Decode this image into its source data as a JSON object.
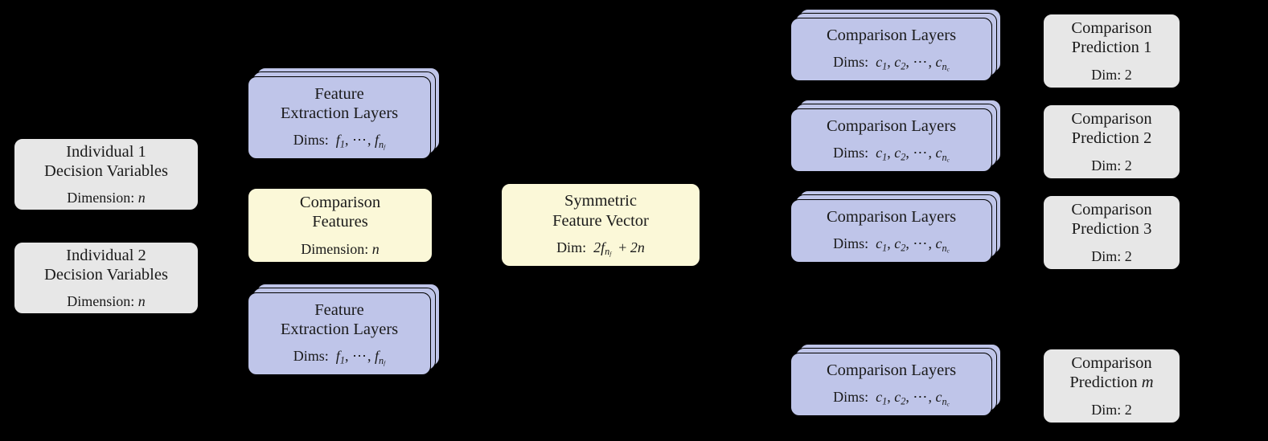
{
  "figure": {
    "background_color": "#000000",
    "colors": {
      "input_fill": "#e7e7e7",
      "layer_fill": "#bfc5e9",
      "vector_fill": "#fbf8d8",
      "stroke": "#000000",
      "text": "#1a1a1a"
    }
  },
  "inputs": [
    {
      "title_line1": "Individual 1",
      "title_line2": "Decision Variables",
      "sub_label": "Dimension:",
      "sub_value": "n"
    },
    {
      "title_line1": "Individual 2",
      "title_line2": "Decision Variables",
      "sub_label": "Dimension:",
      "sub_value": "n"
    }
  ],
  "feature_extraction": [
    {
      "title_line1": "Feature",
      "title_line2": "Extraction Layers",
      "sub_label": "Dims:",
      "sub_terms": [
        "f",
        "1",
        "⋯",
        "f",
        "n",
        "f"
      ],
      "sub_text": "Dims:  f_1, ⋯, f_{n_f}"
    },
    {
      "title_line1": "Feature",
      "title_line2": "Extraction Layers",
      "sub_label": "Dims:",
      "sub_text": "Dims:  f_1, ⋯, f_{n_f}"
    }
  ],
  "comparison_features": {
    "title_line1": "Comparison",
    "title_line2": "Features",
    "sub_label": "Dimension:",
    "sub_value": "n"
  },
  "symmetric_feature_vector": {
    "title_line1": "Symmetric",
    "title_line2": "Feature Vector",
    "sub_label": "Dim:",
    "sub_text": "Dim:  2f_{n_f} + 2n"
  },
  "comparison_layers": [
    {
      "title": "Comparison Layers",
      "sub_label": "Dims:",
      "sub_text": "Dims:  c_1, c_2, ⋯, c_{n_c}"
    },
    {
      "title": "Comparison Layers",
      "sub_label": "Dims:",
      "sub_text": "Dims:  c_1, c_2, ⋯, c_{n_c}"
    },
    {
      "title": "Comparison Layers",
      "sub_label": "Dims:",
      "sub_text": "Dims:  c_1, c_2, ⋯, c_{n_c}"
    },
    {
      "title": "Comparison Layers",
      "sub_label": "Dims:",
      "sub_text": "Dims:  c_1, c_2, ⋯, c_{n_c}"
    }
  ],
  "predictions": [
    {
      "title_line1": "Comparison",
      "title_line2_prefix": "Prediction",
      "index": "1",
      "index_italic": false,
      "sub_label": "Dim:",
      "sub_value": "2"
    },
    {
      "title_line1": "Comparison",
      "title_line2_prefix": "Prediction",
      "index": "2",
      "index_italic": false,
      "sub_label": "Dim:",
      "sub_value": "2"
    },
    {
      "title_line1": "Comparison",
      "title_line2_prefix": "Prediction",
      "index": "3",
      "index_italic": false,
      "sub_label": "Dim:",
      "sub_value": "2"
    },
    {
      "title_line1": "Comparison",
      "title_line2_prefix": "Prediction",
      "index": "m",
      "index_italic": true,
      "sub_label": "Dim:",
      "sub_value": "2"
    }
  ]
}
